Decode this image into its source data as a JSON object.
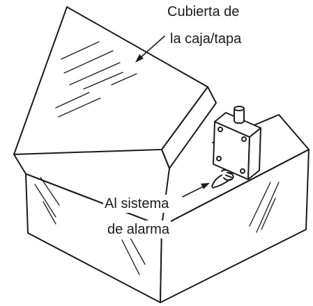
{
  "labels": {
    "lid_line1": "Cubierta de",
    "lid_line2": "la caja/tapa",
    "alarm_line1": "Al sistema",
    "alarm_line2": "de alarma"
  },
  "colors": {
    "stroke": "#1a1a1a",
    "background": "#ffffff"
  }
}
